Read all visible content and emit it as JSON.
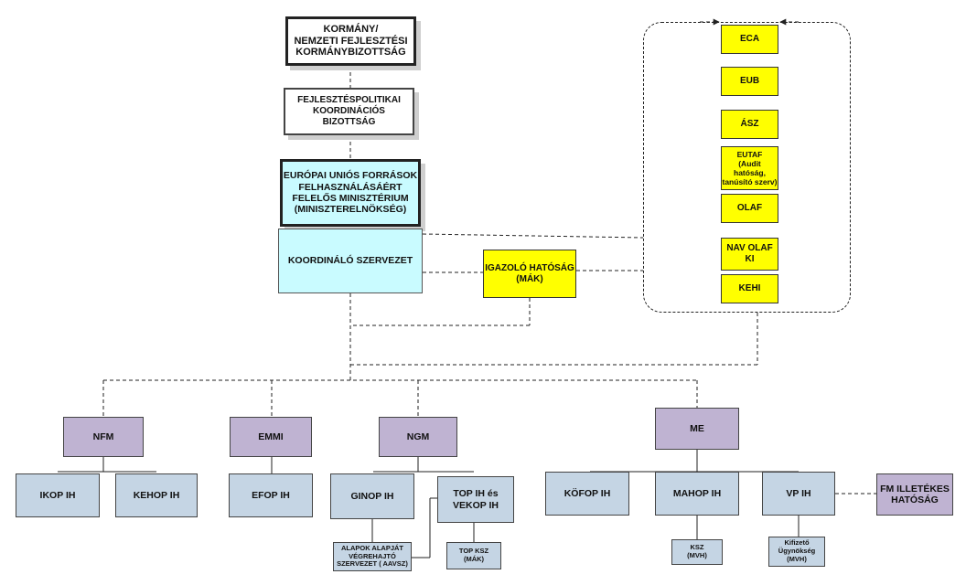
{
  "nodes": {
    "kormany": "KORMÁNY/\nNEMZETI FEJLESZTÉSI\nKORMÁNYBIZOTTSÁG",
    "fkb": "FEJLESZTÉSPOLITIKAI\nKOORDINÁCIÓS\nBIZOTTSÁG",
    "miniszterium": "EURÓPAI UNIÓS FORRÁSOK\nFELHASZNÁLÁSÁÉRT\nFELELŐS MINISZTÉRIUM\n(MINISZTERELNÖKSÉG)",
    "koordinalo": "KOORDINÁLÓ SZERVEZET",
    "igazolo": "IGAZOLÓ HATÓSÁG\n(MÁK)",
    "eca": "ECA",
    "eub": "EUB",
    "asz": "ÁSZ",
    "eutaf": "EUTAF\n(Audit hatóság,\ntanúsító szerv)",
    "olaf": "OLAF",
    "nav": "NAV OLAF\nKI",
    "kehi": "KEHI",
    "nfm": "NFM",
    "emmi": "EMMI",
    "ngm": "NGM",
    "me": "ME",
    "ikop": "IKOP IH",
    "kehop": "KEHOP IH",
    "efop": "EFOP IH",
    "ginop": "GINOP IH",
    "top": "TOP IH és\nVEKOP IH",
    "kofop": "KÖFOP IH",
    "mahop": "MAHOP IH",
    "vp": "VP IH",
    "fm": "FM ILLETÉKES\nHATÓSÁG",
    "aavsz": "ALAPOK ALAPJÁT\nVÉGREHAJTÓ\nSZERVEZET ( AAVSZ)",
    "topksz": "TOP KSZ\n(MÁK)",
    "ksz": "KSZ\n(MVH)",
    "kifizeto": "Kifizető\nÜgynökség\n(MVH)"
  },
  "colors": {
    "ministry_cyan": "#c9fbff",
    "control_yellow": "#ffff00",
    "ministry_purple": "#bfb3d2",
    "authority_blue": "#c5d5e4",
    "line": "#222222"
  }
}
